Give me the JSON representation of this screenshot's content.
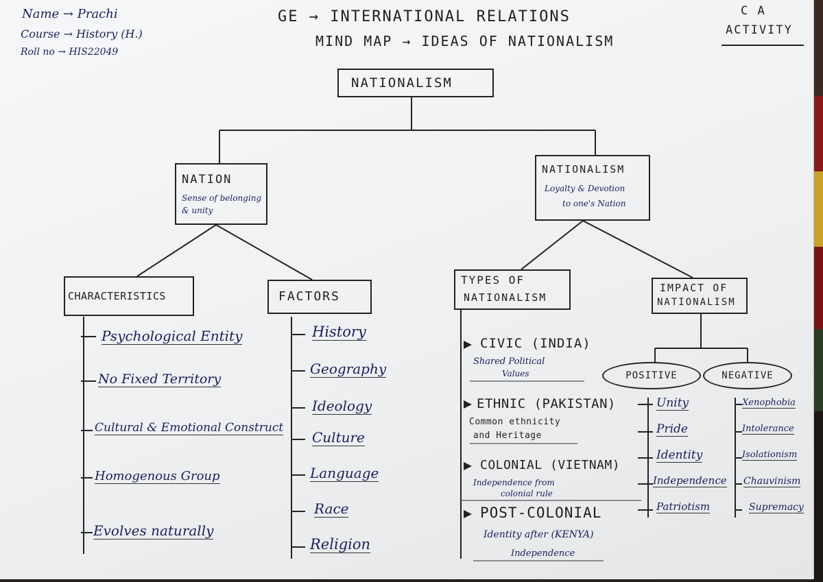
{
  "header": {
    "name": "Name → Prachi",
    "course": "Course → History (H.)",
    "roll": "Roll no → HIS22049",
    "title1": "GE → INTERNATIONAL RELATIONS",
    "title2": "MIND MAP → IDEAS OF NATIONALISM",
    "ca1": "C A",
    "ca2": "ACTIVITY"
  },
  "root": {
    "label": "NATIONALISM"
  },
  "nation": {
    "label": "NATION",
    "desc": "Sense of belonging & unity"
  },
  "nationalism": {
    "label": "NATIONALISM",
    "desc1": "Loyalty & Devotion",
    "desc2": "to one's Nation"
  },
  "characteristics": {
    "label": "CHARACTERISTICS",
    "items": [
      "Psychological Entity",
      "No Fixed Territory",
      "Cultural & Emotional Construct",
      "Homogenous Group",
      "Evolves naturally"
    ]
  },
  "factors": {
    "label": "FACTORS",
    "items": [
      "History",
      "Geography",
      "Ideology",
      "Culture",
      "Language",
      "Race",
      "Religion"
    ]
  },
  "types": {
    "label1": "TYPES OF",
    "label2": "NATIONALISM",
    "civic": {
      "title": "CIVIC (INDIA)",
      "d1": "Shared Political",
      "d2": "Values"
    },
    "ethnic": {
      "title": "ETHNIC (PAKISTAN)",
      "d1": "Common ethnicity",
      "d2": "and Heritage"
    },
    "colonial": {
      "title": "COLONIAL (VIETNAM)",
      "d1": "Independence from",
      "d2": "colonial rule"
    },
    "post": {
      "title": "POST-COLONIAL",
      "d1": "Identity after (KENYA)",
      "d2": "Independence"
    }
  },
  "impact": {
    "label1": "IMPACT OF",
    "label2": "NATIONALISM",
    "positive": "POSITIVE",
    "negative": "NEGATIVE",
    "pos_items": [
      "Unity",
      "Pride",
      "Identity",
      "Independence",
      "Patriotism"
    ],
    "neg_items": [
      "Xenophobia",
      "Intolerance",
      "Isolationism",
      "Chauvinism",
      "Supremacy"
    ]
  },
  "colors": {
    "pencil": "#1f1f1f",
    "ink": "#1a1f5c",
    "paper": "#f2f3f5"
  }
}
